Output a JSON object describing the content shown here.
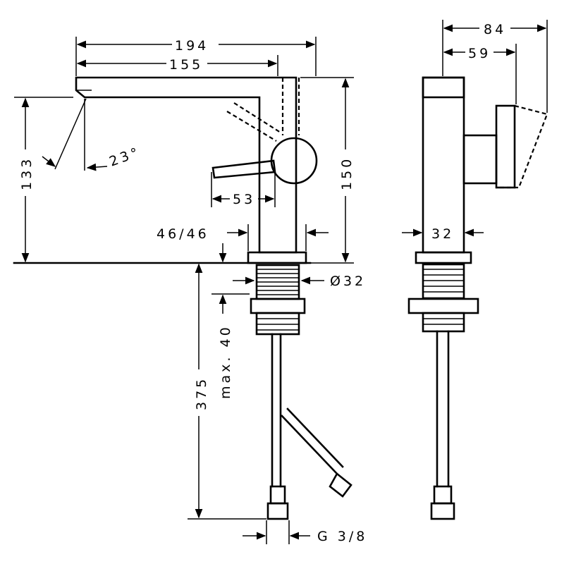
{
  "figure": "technical drawing of single-lever basin mixer",
  "dimensions": {
    "total_reach": "194",
    "spout_reach": "155",
    "spout_angle": "23°",
    "height_outlet": "133",
    "height_total": "150",
    "lever_length": "53",
    "body_width": "46/46",
    "hole_diameter": "Ø32",
    "max_plate": "max. 40",
    "hose_length": "375",
    "connection": "G 3/8",
    "side_depth_total": "84",
    "side_depth_lever": "59",
    "side_body_width": "32"
  }
}
